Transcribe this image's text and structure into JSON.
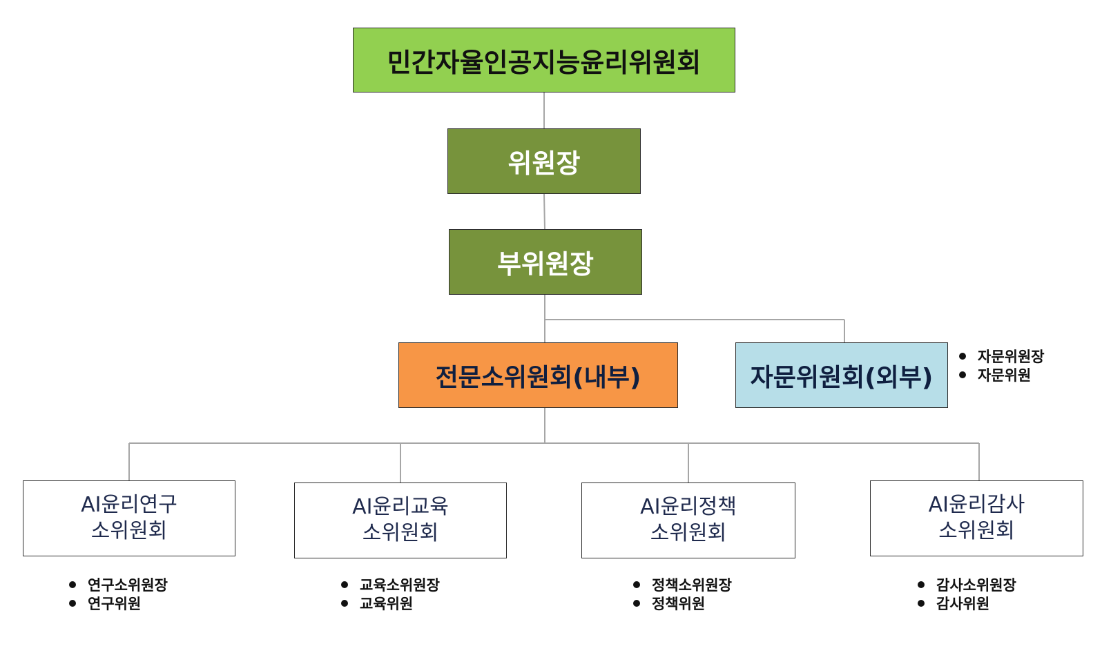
{
  "top": {
    "label": "민간자율인공지능윤리위원회",
    "color": "#92d050"
  },
  "chair": {
    "label": "위원장",
    "color": "#77933c"
  },
  "vice_chair": {
    "label": "부위원장",
    "color": "#77933c"
  },
  "internal": {
    "label": "전문소위원회(내부)",
    "color": "#f79646"
  },
  "external": {
    "label": "자문위원회(외부)",
    "color": "#b7dee8",
    "members": [
      "자문위원장",
      "자문위원"
    ]
  },
  "subcommittees": [
    {
      "line1": "AI윤리연구",
      "line2": "소위원회",
      "members": [
        "연구소위원장",
        "연구위원"
      ]
    },
    {
      "line1": "AI윤리교육",
      "line2": "소위원회",
      "members": [
        "교육소위원장",
        "교육위원"
      ]
    },
    {
      "line1": "AI윤리정책",
      "line2": "소위원회",
      "members": [
        "정책소위원장",
        "정책위원"
      ]
    },
    {
      "line1": "AI윤리감사",
      "line2": "소위원회",
      "members": [
        "감사소위원장",
        "감사위원"
      ]
    }
  ],
  "connector_color": "#a6a6a6"
}
